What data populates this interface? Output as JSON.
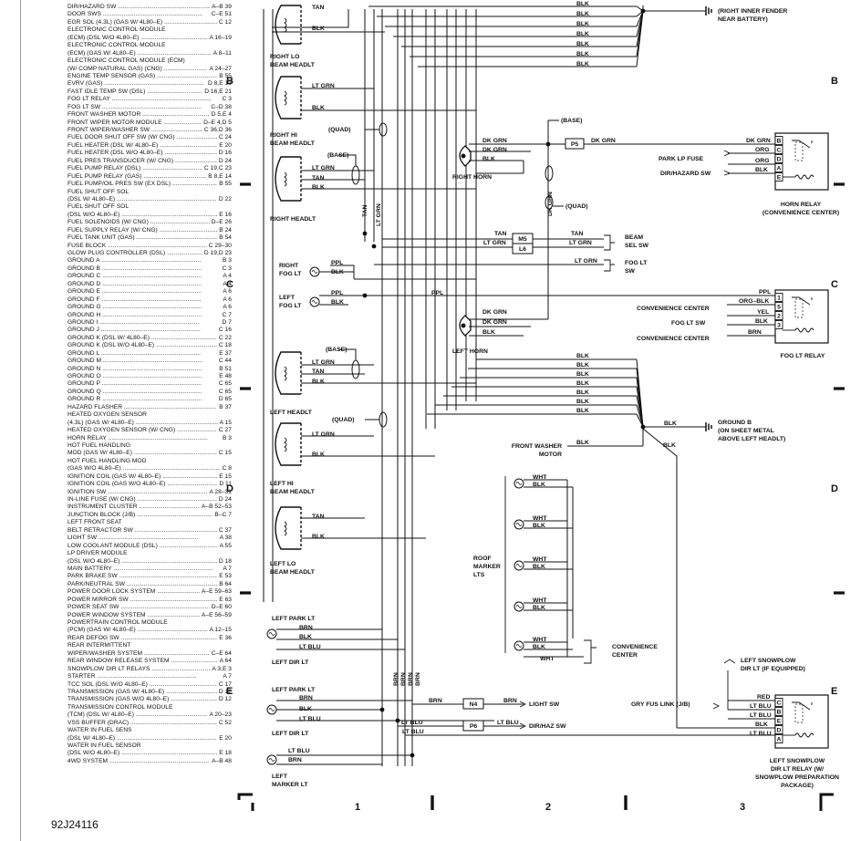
{
  "figure_id": "92J24116",
  "index_entries": [
    [
      "DIR/HAZARD SW",
      "A–B 39"
    ],
    [
      "DOOR SWS",
      "C–E 51"
    ],
    [
      "EGR SOL (4.3L) (GAS W/ 4L80–E)",
      "C 12"
    ],
    [
      "ELECTRONIC CONTROL MODULE",
      ""
    ],
    [
      "(ECM) (DSL W/O 4L80–E)",
      "A 16–19"
    ],
    [
      "ELECTRONIC CONTROL MODULE",
      ""
    ],
    [
      "(ECM) (GAS W/ 4L80–E)",
      "A 8–11"
    ],
    [
      "ELECTRONIC CONTROL MODULE (ECM)",
      ""
    ],
    [
      "(W/ COMP NATURAL GAS) (CNG)",
      "A 24–27"
    ],
    [
      "ENGINE TEMP SENSOR (GAS)",
      "B 55"
    ],
    [
      "EVRV (GAS)",
      "D 8,E 12"
    ],
    [
      "FAST IDLE TEMP SW (DSL)",
      "D 16,E 21"
    ],
    [
      "FOG LT RELAY",
      "C 3"
    ],
    [
      "FOG LT SW",
      "C–D 38"
    ],
    [
      "FRONT WASHER MOTOR",
      "D 5,E 4"
    ],
    [
      "FRONT WIPER MOTOR MODULE",
      "D–E 4,D 5"
    ],
    [
      "FRONT WIPER/WASHER SW",
      "C 36,D 36"
    ],
    [
      "FUEL DOOR SHUT OFF SW (W/ CNG)",
      "C 24"
    ],
    [
      "FUEL HEATER (DSL W/ 4L80–E)",
      "E 20"
    ],
    [
      "FUEL HEATER (DSL W/O 4L80–E)",
      "D 16"
    ],
    [
      "FUEL PRES TRANSDUCER (W/ CNG)",
      "D 24"
    ],
    [
      "FUEL PUMP RELAY (DSL)",
      "C 19,C 23"
    ],
    [
      "FUEL PUMP RELAY (GAS)",
      "B 8,E 14"
    ],
    [
      "FUEL PUMP/OIL PRES SW (EX DSL)",
      "B 55"
    ],
    [
      "FUEL SHUT OFF SOL",
      ""
    ],
    [
      "(DSL W/ 4L80–E)",
      "D 22"
    ],
    [
      "FUEL SHUT OFF SOL",
      ""
    ],
    [
      "(DSL W/O 4L80–E)",
      "E 16"
    ],
    [
      "FUEL SOLENOIDS (W/ CNG)",
      "D–E 26"
    ],
    [
      "FUEL SUPPLY RELAY (W/ CNG)",
      "B 24"
    ],
    [
      "FUEL TANK UNIT (GAS)",
      "B 54"
    ],
    [
      "FUSE BLOCK",
      "C 29–30"
    ],
    [
      "GLOW PLUG CONTROLLER (DSL)",
      "D 19,D 23"
    ],
    [
      "GROUND A",
      "B 3"
    ],
    [
      "GROUND B",
      "C 3"
    ],
    [
      "GROUND C",
      "A 4"
    ],
    [
      "GROUND D",
      "A 4"
    ],
    [
      "GROUND E",
      "A 6"
    ],
    [
      "GROUND F",
      "A 6"
    ],
    [
      "GROUND G",
      "A 6"
    ],
    [
      "GROUND H",
      "C 7"
    ],
    [
      "GROUND I",
      "D 7"
    ],
    [
      "GROUND J",
      "C 16"
    ],
    [
      "GROUND K (DSL W/ 4L80–E)",
      "C 22"
    ],
    [
      "GROUND K (DSL W/O 4L80–E)",
      "C 18"
    ],
    [
      "GROUND L",
      "E 37"
    ],
    [
      "GROUND M",
      "C 44"
    ],
    [
      "GROUND N",
      "B 51"
    ],
    [
      "GROUND O",
      "E 48"
    ],
    [
      "GROUND P",
      "C 65"
    ],
    [
      "GROUND Q",
      "C 65"
    ],
    [
      "GROUND R",
      "D 65"
    ],
    [
      "HAZARD FLASHER",
      "B 37"
    ],
    [
      "HEATED OXYGEN SENSOR",
      ""
    ],
    [
      "(4.3L) (GAS W/ 4L80–E)",
      "A 15"
    ],
    [
      "HEATED OXYGEN SENSOR (W/ CNG)",
      "C 27"
    ],
    [
      "HORN RELAY",
      "B 3"
    ],
    [
      "HOT FUEL HANDLING",
      ""
    ],
    [
      "MOD (GAS W/ 4L80–E)",
      "C 15"
    ],
    [
      "HOT FUEL HANDLING MOD",
      ""
    ],
    [
      "(GAS W/O 4L80–E)",
      "C 8"
    ],
    [
      "IGNITION COIL (GAS W/ 4L80–E)",
      "E 15"
    ],
    [
      "IGNITION COIL (GAS W/O 4L80–E)",
      "D 11"
    ],
    [
      "IGNITION SW",
      "A 28–31"
    ],
    [
      "IN-LINE FUSE (W/ CNG)",
      "D 24"
    ],
    [
      "INSTRUMENT CLUSTER",
      "A–B 52–53"
    ],
    [
      "JUNCTION BLOCK (J/B)",
      "B–C 7"
    ],
    [
      "LEFT FRONT SEAT",
      ""
    ],
    [
      "BELT RETRACTOR SW",
      "C 37"
    ],
    [
      "LIGHT SW",
      "A 38"
    ],
    [
      "LOW COOLANT MODULE (DSL)",
      "A 55"
    ],
    [
      "LP DRIVER MODULE",
      ""
    ],
    [
      "(DSL W/O 4L80–E)",
      "D 18"
    ],
    [
      "MAIN BATTERY",
      "A 7"
    ],
    [
      "PARK BRAKE SW",
      "E 53"
    ],
    [
      "PARK/NEUTRAL SW",
      "B 64"
    ],
    [
      "POWER DOOR LOCK SYSTEM",
      "A–E 59–63"
    ],
    [
      "POWER MIRROR SW",
      "E 63"
    ],
    [
      "POWER SEAT SW",
      "D–E 60"
    ],
    [
      "POWER WINDOW SYSTEM",
      "A–E 56–59"
    ],
    [
      "POWERTRAIN CONTROL MODULE",
      ""
    ],
    [
      "(PCM) (GAS W/ 4L80–E)",
      "A 12–15"
    ],
    [
      "REAR DEFOG SW",
      "E 36"
    ],
    [
      "REAR INTERMITTENT",
      ""
    ],
    [
      "WIPER/WASHER SYSTEM",
      "C–E 64"
    ],
    [
      "REAR WINDOW RELEASE SYSTEM",
      "A 64"
    ],
    [
      "SNOWPLOW DIR LT RELAYS",
      "A 3,E 3"
    ],
    [
      "STARTER",
      "A 7"
    ],
    [
      "TCC SOL (DSL W/O 4L80–E)",
      "C 17"
    ],
    [
      "TRANSMISSION (GAS W/ 4L80–E)",
      "D 12"
    ],
    [
      "TRANSMISSION (GAS W/O 4L80–E)",
      "D 12"
    ],
    [
      "TRANSMISSION CONTROL MODULE",
      ""
    ],
    [
      "(TCM) (DSL W/ 4L80–E)",
      "A 20–23"
    ],
    [
      "VSS BUFFER (DRAC)",
      "C 52"
    ],
    [
      "WATER IN FUEL SENS",
      ""
    ],
    [
      "(DSL W/ 4L80–E)",
      "E 20"
    ],
    [
      "WATER IN FUEL SENSOR",
      ""
    ],
    [
      "(DSL W/O 4L80–E)",
      "E 18"
    ],
    [
      "4WD SYSTEM",
      "A–B 48"
    ]
  ],
  "grid": {
    "rows": [
      "B",
      "C",
      "D",
      "E"
    ],
    "columns": [
      "1",
      "2",
      "3"
    ]
  },
  "wire_colors": {
    "blk": "BLK",
    "ltgrn": "LT GRN",
    "tan": "TAN",
    "dkgrn": "DK GRN",
    "ppl": "PPL",
    "ltblu": "LT BLU",
    "brn": "BRN",
    "wht": "WHT",
    "org": "ORG",
    "yel": "YEL",
    "red": "RED",
    "orgblk": "ORG–BLK"
  },
  "components": {
    "right_lo_beam": "RIGHT LO|BEAM HEADLT",
    "right_hi_beam": "RIGHT HI|BEAM HEADLT",
    "right_headlt": "RIGHT HEADLT",
    "right_fog": "RIGHT|FOG LT",
    "left_fog": "LEFT|FOG LT",
    "left_headlt": "LEFT HEADLT",
    "left_hi_beam": "LEFT HI|BEAM HEADLT",
    "left_lo_beam": "LEFT LO|BEAM HEADLT",
    "left_park_lt_1": "LEFT PARK LT",
    "left_dir_lt_1": "LEFT DIR LT",
    "left_park_lt_2": "LEFT PARK LT",
    "left_dir_lt_2": "LEFT DIR LT",
    "left_marker": "LEFT|MARKER LT",
    "right_horn": "RIGHT HORN",
    "left_horn": "LEFT HORN",
    "horn_relay": "HORN RELAY|(CONVENIENCE CENTER)",
    "fog_relay": "FOG LT RELAY",
    "ground_a": "(RIGHT INNER FENDER|NEAR BATTERY)",
    "ground_b": "GROUND B|(ON SHEET METAL|ABOVE LEFT HEADLT)",
    "front_washer": "FRONT WASHER|MOTOR",
    "roof_marker": "ROOF|MARKER|LTS",
    "conv_center_roof": "CONVENIENCE|CENTER",
    "beam_sel_sw": "BEAM|SEL SW",
    "fog_lt_sw": "FOG LT|SW",
    "park_lp_fuse": "PARK LP FUSE",
    "dir_haz_sw": "DIR/HAZARD SW",
    "conv_center": "CONVENIENCE CENTER",
    "fog_lt_sw2": "FOG LT SW",
    "light_sw": "LIGHT SW",
    "dir_haz_sw2": "DIR/HAZ SW",
    "left_snowplow_dir": "LEFT SNOWPLOW|DIR LT (IF EQUIPPED)",
    "gry_fus_link": "GRY FUS LINK (J/B)",
    "snowplow_relay": "LEFT SNOWPLOW|DIR LT RELAY (W/|SNOWPLOW PREPARATION|PACKAGE)"
  },
  "annotations": {
    "quad": "(QUAD)",
    "base": "(BASE)"
  },
  "connectors": {
    "p5": "P5",
    "m5": "M5",
    "l6": "L6",
    "n4": "N4",
    "p6": "P6"
  },
  "relay_pins": {
    "horn": [
      "B",
      "C",
      "D",
      "A",
      "E"
    ],
    "fog": [
      "1",
      "5",
      "2",
      "3"
    ],
    "snow": [
      "C",
      "B",
      "E",
      "D",
      "A"
    ]
  }
}
